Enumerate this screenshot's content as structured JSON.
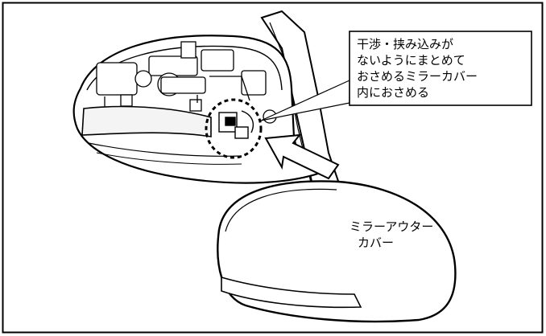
{
  "callout": {
    "lines": [
      "干渉・挟み込みが",
      "ないようにまとめて",
      "おさめるミラーカバー",
      "内におさめる"
    ]
  },
  "cover_label": {
    "lines": [
      "ミラーアウター",
      "カバー"
    ]
  }
}
